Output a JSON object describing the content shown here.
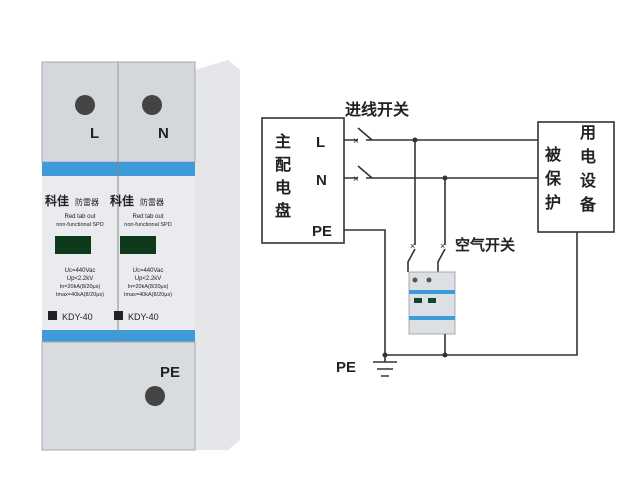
{
  "device": {
    "terminal_l": "L",
    "terminal_n": "N",
    "terminal_pe": "PE",
    "brand": "科佳",
    "product_type": "防雷器",
    "indicator_line1": "Red tab out",
    "indicator_line2": "non-functional SPD",
    "spec_uc": "Uc=440Vac",
    "spec_up": "Up<2.2kV",
    "spec_in": "In=20kA(8/20μs)",
    "spec_imax": "Imax=40kA(8/20μs)",
    "model": "KDY-40"
  },
  "diagram": {
    "main_panel": [
      "主",
      "配",
      "电",
      "盘"
    ],
    "main_l": "L",
    "main_n": "N",
    "main_pe": "PE",
    "incoming_switch": "进线开关",
    "protected_label": [
      "被",
      "保",
      "护"
    ],
    "equipment_label": [
      "用",
      "电",
      "设",
      "备"
    ],
    "air_switch": "空气开关",
    "ground_pe": "PE"
  }
}
